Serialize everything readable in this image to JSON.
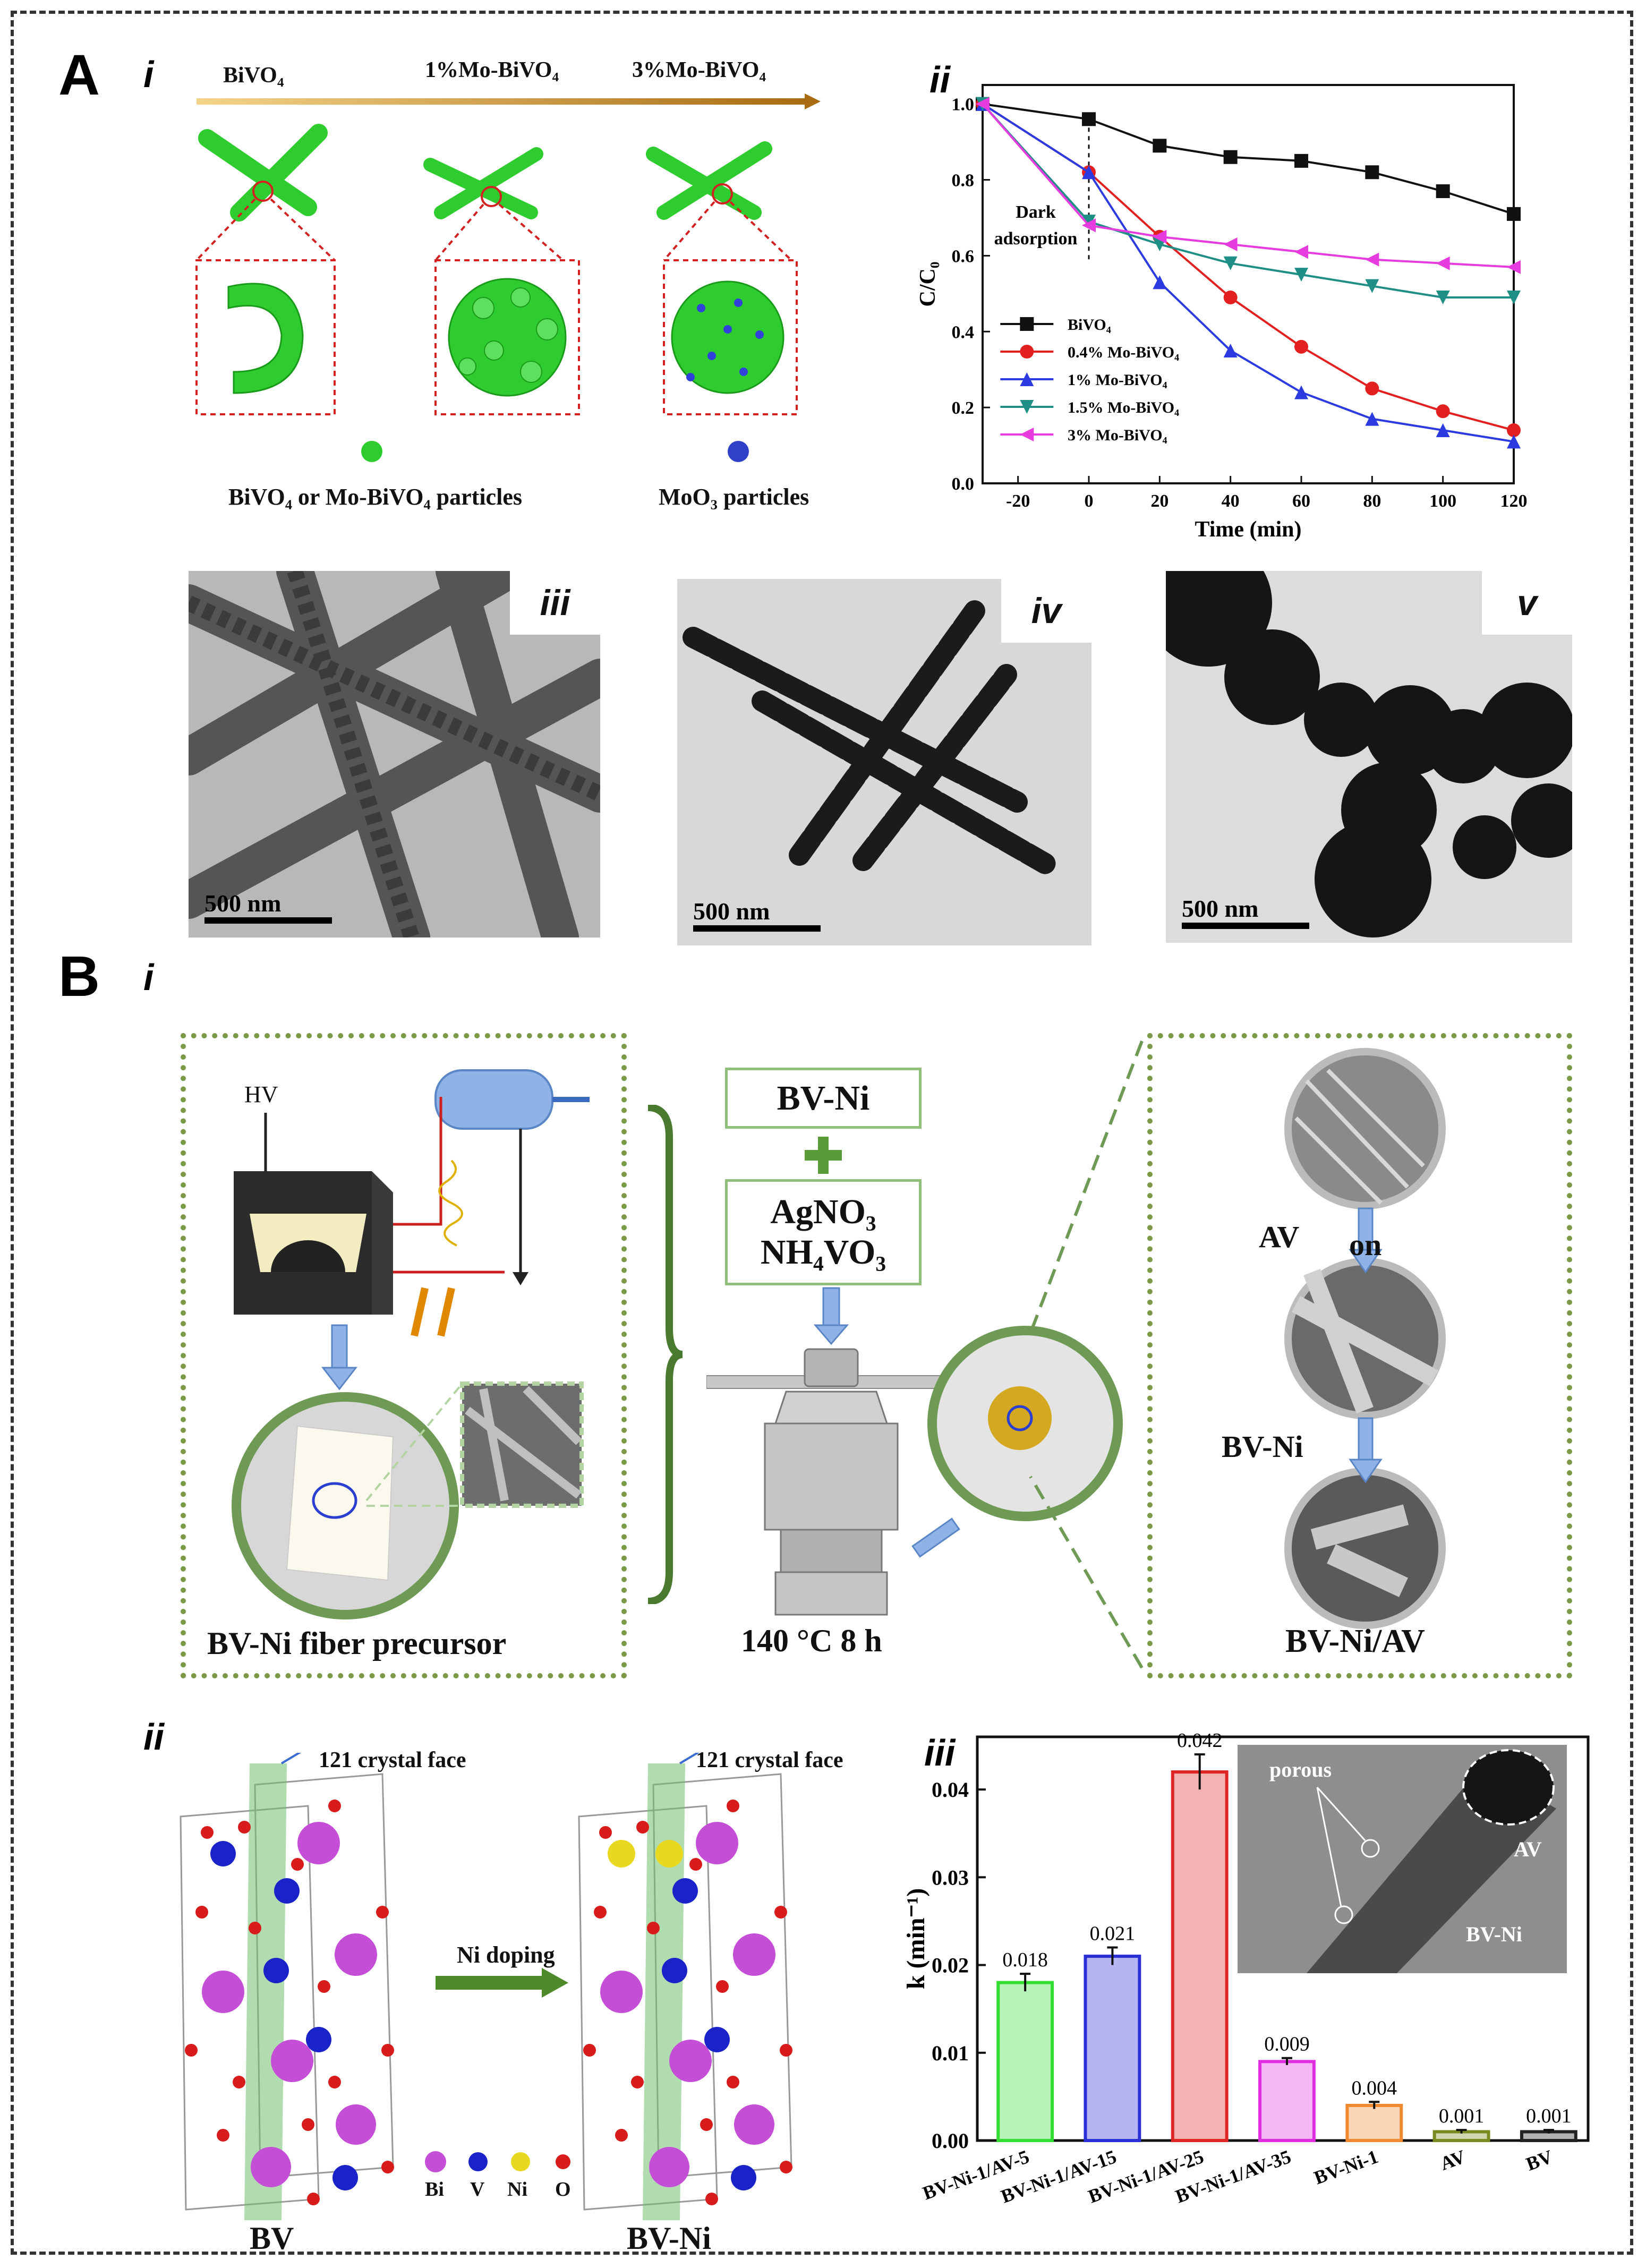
{
  "panel_A": {
    "letter": "A",
    "i": {
      "roman": "i",
      "arrow_labels": [
        "BiVO₄",
        "1%Mo-BiVO₄",
        "3%Mo-BiVO₄"
      ],
      "legend_bivo4": "BiVO₄ or Mo-BiVO₄ particles",
      "legend_moo3": "MoO₃ particles"
    },
    "ii": {
      "roman": "ii",
      "annotation": "Dark adsorption"
    },
    "iii": {
      "roman": "iii",
      "scale": "500 nm"
    },
    "iv": {
      "roman": "iv",
      "scale": "500 nm"
    },
    "v": {
      "roman": "v",
      "scale": "500 nm"
    }
  },
  "panel_B": {
    "letter": "B",
    "i": {
      "roman": "i",
      "hv": "HV",
      "precursor_label": "BV-Ni fiber precursor",
      "box1": "BV-Ni",
      "box2_line1": "AgNO₃",
      "box2_line2": "NH₄VO₃",
      "condition": "140 °C 8 h",
      "right_av": "AV",
      "right_on": "on",
      "right_bvni": "BV-Ni",
      "right_bottom": "BV-Ni/AV"
    },
    "ii": {
      "roman": "ii",
      "face_label": "121 crystal face",
      "arrow_label": "Ni doping",
      "left_caption": "BV",
      "right_caption": "BV-Ni",
      "legend": [
        {
          "symbol": "Bi",
          "color": "#c44fd6"
        },
        {
          "symbol": "V",
          "color": "#1a23c8"
        },
        {
          "symbol": "Ni",
          "color": "#e8d820"
        },
        {
          "symbol": "O",
          "color": "#d81c1c"
        }
      ]
    },
    "iii": {
      "roman": "iii",
      "inset_labels": {
        "porous": "porous",
        "av": "AV",
        "bvni": "BV-Ni"
      }
    }
  },
  "chart_data": [
    {
      "type": "line",
      "xlabel": "Time (min)",
      "ylabel": "C/C₀",
      "xlim": [
        -30,
        120
      ],
      "ylim": [
        0,
        1.05
      ],
      "xticks": [
        -20,
        0,
        20,
        40,
        60,
        80,
        100,
        120
      ],
      "yticks": [
        0.0,
        0.2,
        0.4,
        0.6,
        0.8,
        1.0
      ],
      "x": [
        -30,
        0,
        20,
        40,
        60,
        80,
        100,
        120
      ],
      "series": [
        {
          "name": "BiVO₄",
          "color": "#111111",
          "marker": "square",
          "values": [
            1.0,
            0.96,
            0.89,
            0.86,
            0.85,
            0.82,
            0.77,
            0.71
          ]
        },
        {
          "name": "0.4% Mo-BiVO₄",
          "color": "#e32020",
          "marker": "circle",
          "values": [
            1.0,
            0.82,
            0.65,
            0.49,
            0.36,
            0.25,
            0.19,
            0.14
          ]
        },
        {
          "name": "1% Mo-BiVO₄",
          "color": "#2b3be0",
          "marker": "triangle",
          "values": [
            1.0,
            0.82,
            0.53,
            0.35,
            0.24,
            0.17,
            0.14,
            0.11
          ]
        },
        {
          "name": "1.5% Mo-BiVO₄",
          "color": "#1f8f86",
          "marker": "triangle-down",
          "values": [
            1.0,
            0.69,
            0.63,
            0.58,
            0.55,
            0.52,
            0.49,
            0.49
          ]
        },
        {
          "name": "3% Mo-BiVO₄",
          "color": "#e63bdf",
          "marker": "triangle-left",
          "values": [
            1.0,
            0.68,
            0.65,
            0.63,
            0.61,
            0.59,
            0.58,
            0.57
          ]
        }
      ],
      "legend": "bottom-left"
    },
    {
      "type": "bar",
      "ylabel": "k (min⁻¹)",
      "ylim": [
        0,
        0.046
      ],
      "yticks": [
        0.0,
        0.01,
        0.02,
        0.03,
        0.04
      ],
      "categories": [
        "BV-Ni-1/AV-5",
        "BV-Ni-1/AV-15",
        "BV-Ni-1/AV-25",
        "BV-Ni-1/AV-35",
        "BV-Ni-1",
        "AV",
        "BV"
      ],
      "values": [
        0.018,
        0.021,
        0.042,
        0.009,
        0.004,
        0.001,
        0.001
      ],
      "value_labels": [
        "0.018",
        "0.021",
        "0.042",
        "0.009",
        "0.004",
        "0.001",
        "0.001"
      ],
      "errors": [
        0.001,
        0.001,
        0.002,
        0.0004,
        0.0004,
        0.0002,
        0.0002
      ],
      "colors": [
        "#33dd33",
        "#2a2fd6",
        "#e02525",
        "#e02de0",
        "#f08a30",
        "#7a8a20",
        "#222222"
      ]
    }
  ]
}
